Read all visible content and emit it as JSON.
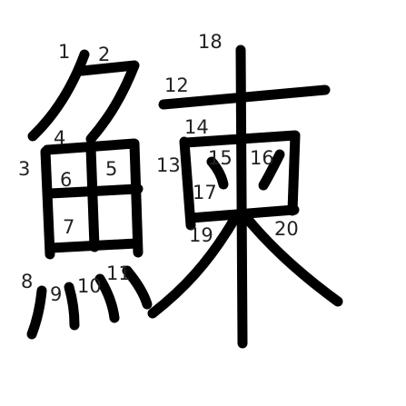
{
  "diagram": {
    "character": "鰊",
    "stroke_count": 20,
    "stroke_color": "#000000",
    "label_color": "#222222",
    "background": "#ffffff",
    "stroke_numbers": [
      "1",
      "2",
      "3",
      "4",
      "5",
      "6",
      "7",
      "8",
      "9",
      "10",
      "11",
      "12",
      "13",
      "14",
      "15",
      "16",
      "17",
      "18",
      "19",
      "20"
    ]
  }
}
